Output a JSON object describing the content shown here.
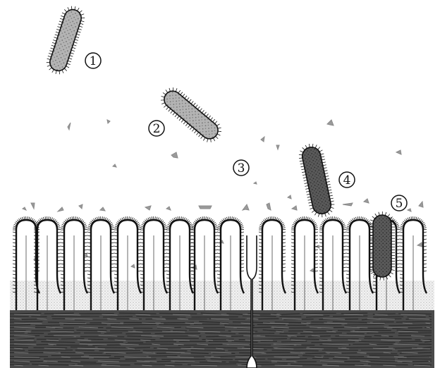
{
  "stage_labels": [
    "1",
    "2",
    "3",
    "4",
    "5"
  ],
  "colors": {
    "bacterium_light": "#a8a8a8",
    "bacterium_dark": "#585858",
    "outline": "#111111",
    "tissue": "#3a3a3a",
    "particles": "#9a9a9a"
  }
}
